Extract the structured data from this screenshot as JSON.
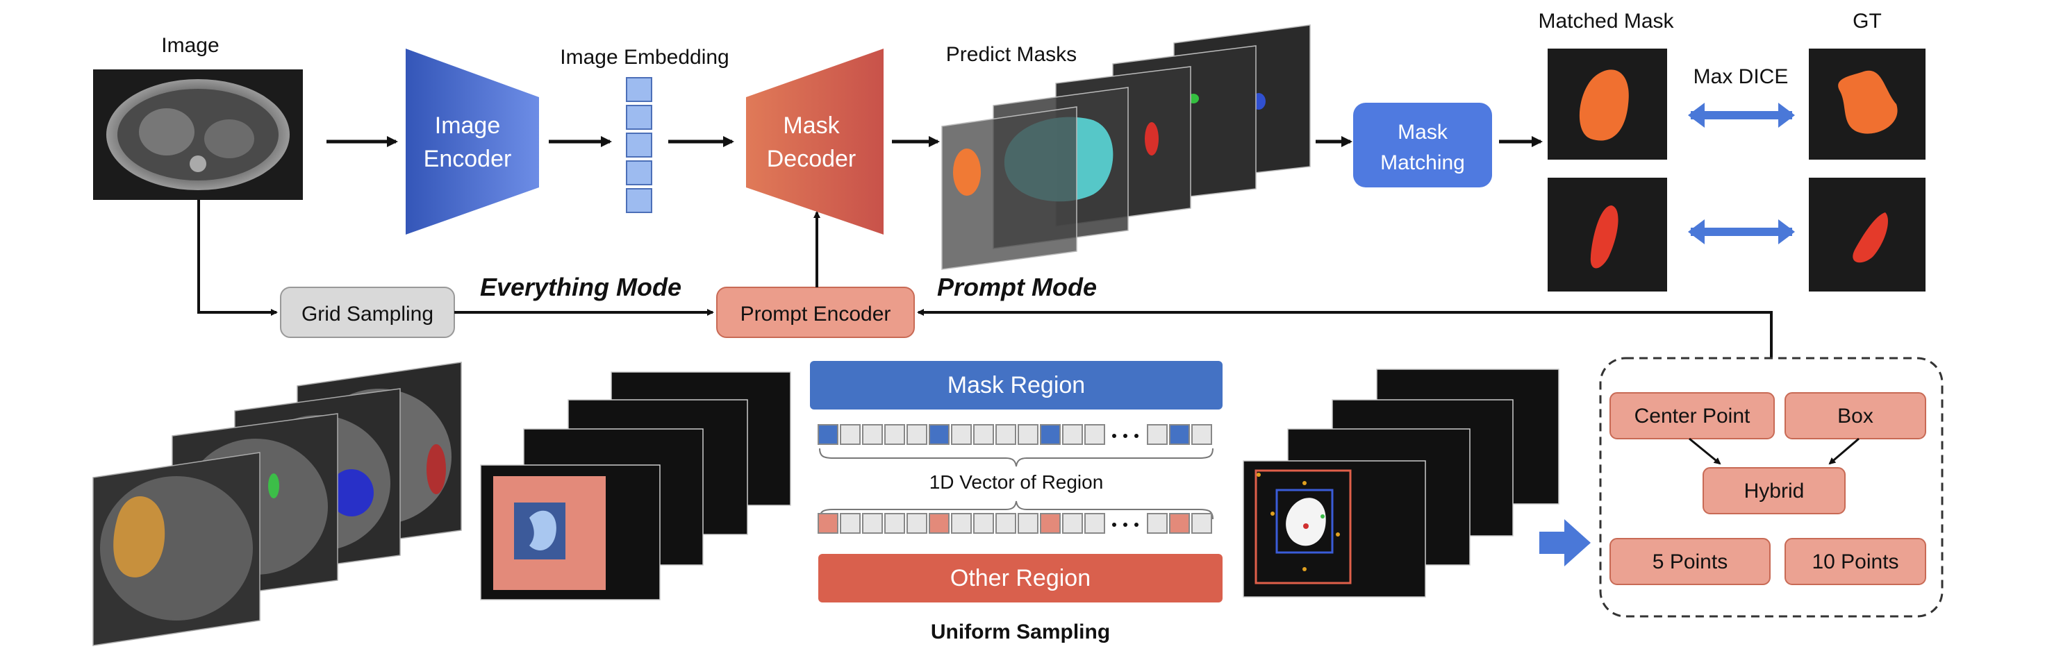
{
  "labels": {
    "image": "Image",
    "image_encoder_line1": "Image",
    "image_encoder_line2": "Encoder",
    "image_embedding": "Image Embedding",
    "mask_decoder_line1": "Mask",
    "mask_decoder_line2": "Decoder",
    "predict_masks": "Predict Masks",
    "mask_matching_line1": "Mask",
    "mask_matching_line2": "Matching",
    "matched_mask": "Matched Mask",
    "gt": "GT",
    "max_dice": "Max DICE",
    "grid_sampling": "Grid Sampling",
    "everything_mode": "Everything Mode",
    "prompt_encoder": "Prompt Encoder",
    "prompt_mode": "Prompt Mode",
    "mask_region": "Mask Region",
    "vector_1d": "1D Vector of Region",
    "other_region": "Other Region",
    "uniform_sampling": "Uniform Sampling",
    "center_point": "Center Point",
    "box": "Box",
    "hybrid": "Hybrid",
    "five_points": "5 Points",
    "ten_points": "10 Points"
  },
  "colors": {
    "encoder_blue": "#4a6fd0",
    "decoder_red": "#d9624e",
    "matching_blue": "#4f7ae0",
    "grid_gray": "#d9d9d9",
    "prompt_salmon": "#eb9d8b",
    "mask_region_blue": "#4472c4",
    "other_region_red": "#d9604d",
    "option_salmon": "#eba292",
    "matched_orange": "#f07030",
    "matched_red": "#e43a2a",
    "embedding_blue": "#9dbbf0",
    "arrow_blue": "#4a78d8"
  }
}
